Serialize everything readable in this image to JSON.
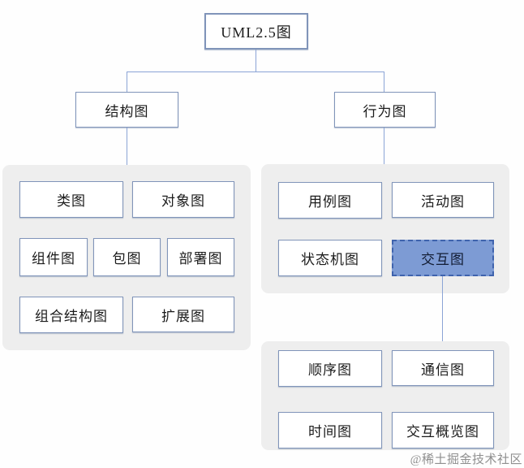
{
  "diagram": {
    "root": {
      "label": "UML2.5图"
    },
    "branches": {
      "structure": {
        "label": "结构图"
      },
      "behavior": {
        "label": "行为图"
      }
    },
    "structure_children": [
      {
        "label": "类图"
      },
      {
        "label": "对象图"
      },
      {
        "label": "组件图"
      },
      {
        "label": "包图"
      },
      {
        "label": "部署图"
      },
      {
        "label": "组合结构图"
      },
      {
        "label": "扩展图"
      }
    ],
    "behavior_children": [
      {
        "label": "用例图"
      },
      {
        "label": "活动图"
      },
      {
        "label": "状态机图"
      },
      {
        "label": "交互图",
        "highlighted": true
      }
    ],
    "interaction_children": [
      {
        "label": "顺序图"
      },
      {
        "label": "通信图"
      },
      {
        "label": "时间图"
      },
      {
        "label": "交互概览图"
      }
    ]
  },
  "watermark": {
    "text": "@稀土掘金技术社区"
  },
  "colors": {
    "panel_bg": "#eeeeee",
    "box_border": "#8094b9",
    "connector": "#8ba4d6",
    "highlight_fill": "#7d9bd4",
    "highlight_border": "#3f63ad",
    "text": "#1c1c1c",
    "watermark": "#8f8f8f"
  }
}
